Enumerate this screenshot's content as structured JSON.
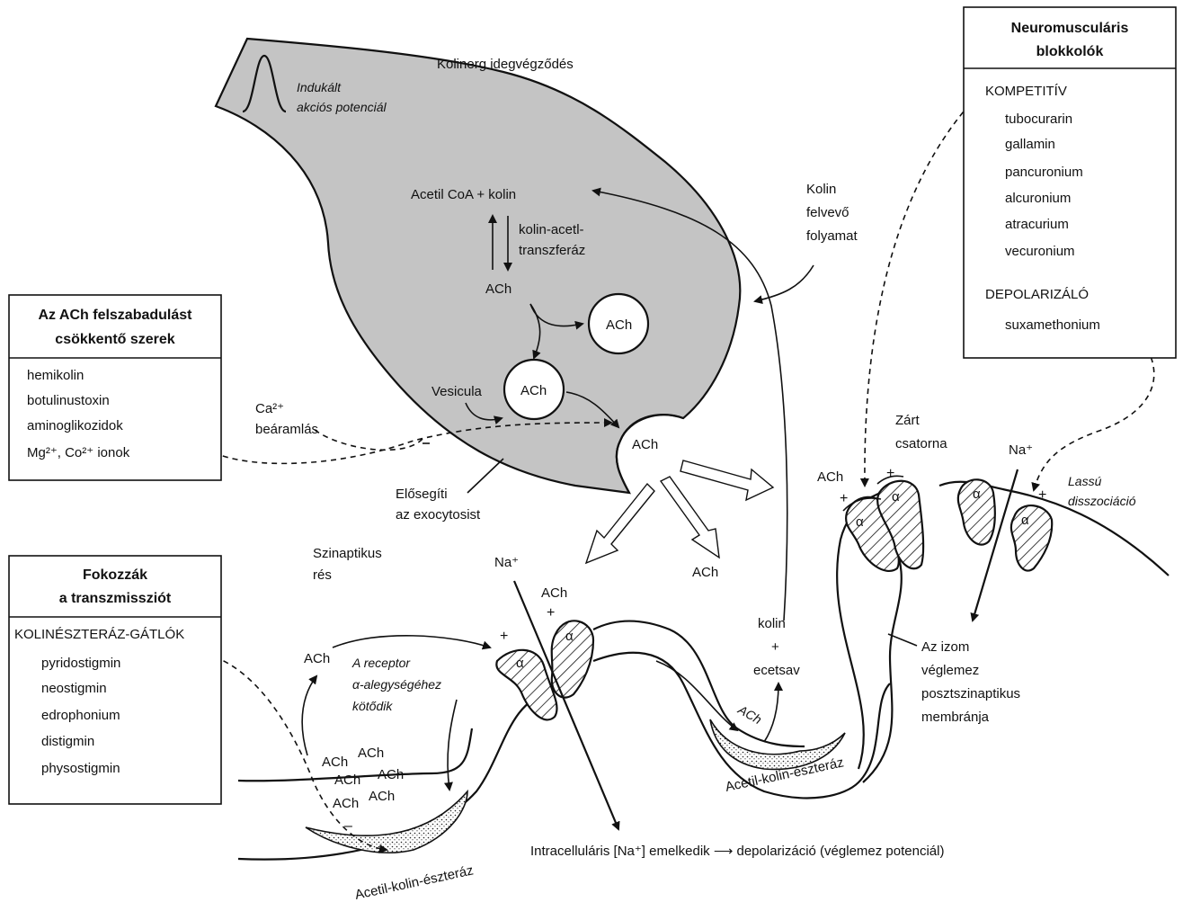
{
  "terminal": {
    "title": "Kolinerg idegvégződés",
    "action_potential": [
      "Indukált",
      "akciós potenciál"
    ],
    "acetyl_coa": "Acetil CoA + kolin",
    "enzyme": [
      "kolin-acetl-",
      "transzferáz"
    ],
    "ach": "ACh",
    "vesicle_label": "Vesicula",
    "ca_influx": [
      "Ca²⁺",
      "beáramlás"
    ],
    "exocytosis": [
      "Elősegíti",
      "az exocytosist"
    ]
  },
  "uptake": [
    "Kolin",
    "felvevő",
    "folyamat"
  ],
  "cleft": [
    "Szinaptikus",
    "rés"
  ],
  "box_release": {
    "title": [
      "Az ACh felszabadulást",
      "csökkentő szerek"
    ],
    "items": [
      "hemikolin",
      "botulinustoxin",
      "aminoglikozidok",
      "Mg²⁺, Co²⁺ ionok"
    ]
  },
  "box_enhance": {
    "title": [
      "Fokozzák",
      "a transzmissziót"
    ],
    "subhead": "KOLINÉSZTERÁZ-GÁTLÓK",
    "items": [
      "pyridostigmin",
      "neostigmin",
      "edrophonium",
      "distigmin",
      "physostigmin"
    ]
  },
  "box_blockers": {
    "title": [
      "Neuromusculáris",
      "blokkolók"
    ],
    "competitive": "KOMPETITÍV",
    "competitive_items": [
      "tubocurarin",
      "gallamin",
      "pancuronium",
      "alcuronium",
      "atracurium",
      "vecuronium"
    ],
    "depolarizing": "DEPOLARIZÁLÓ",
    "depolarizing_items": [
      "suxamethonium"
    ]
  },
  "membrane": {
    "alpha": "α",
    "plus": "+",
    "minus": "–",
    "na": "Na⁺",
    "receptor_binding": [
      "A receptor",
      "α-alegységéhez",
      "kötődik"
    ],
    "closed_channel": [
      "Zárt",
      "csatorna"
    ],
    "slow_dissociation": [
      "Lassú",
      "disszociáció"
    ],
    "choline_acetate": [
      "kolin",
      "+",
      "ecetsav"
    ],
    "postsynaptic": [
      "Az izom",
      "véglemez",
      "posztszinaptikus",
      "membránja"
    ],
    "ache": "Acetil-kolin-észteráz",
    "intracellular": "Intracelluláris [Na⁺] emelkedik ⟶ depolarizáció (véglemez potenciál)"
  }
}
